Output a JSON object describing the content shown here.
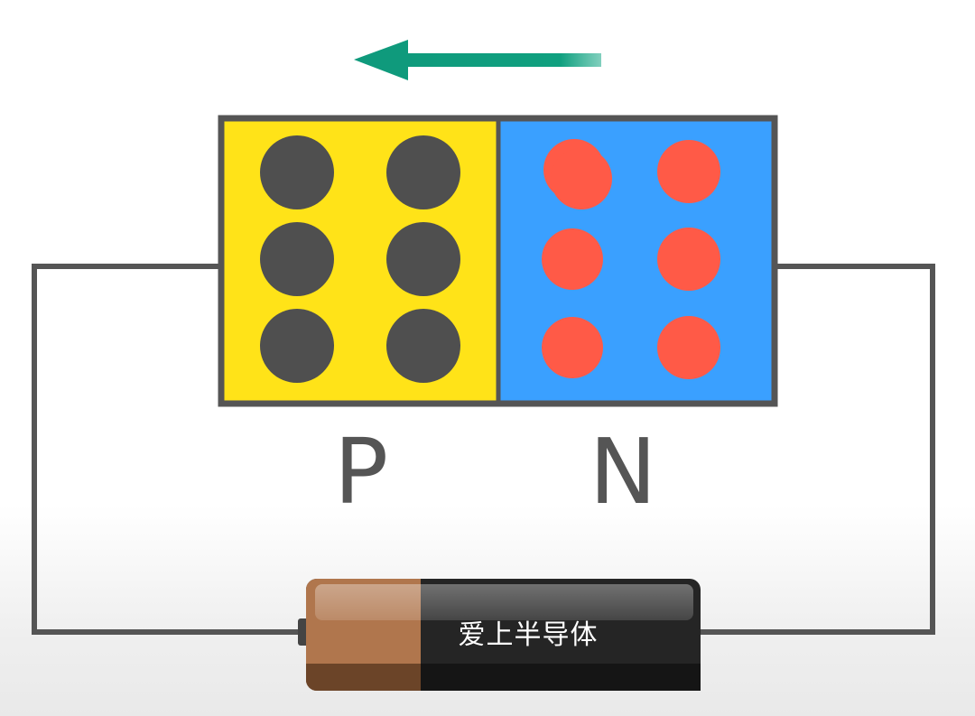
{
  "diagram": {
    "arrow_direction": "left",
    "labels": {
      "p_region": "P",
      "n_region": "N"
    },
    "battery": {
      "text": "爱上半导体"
    },
    "colors": {
      "arrow": "#0f9a7c",
      "p_region": "#ffe318",
      "n_region": "#3aa0ff",
      "holes": "#4f4f4f",
      "electrons": "#ff5a47",
      "wire": "#555555",
      "battery_copper": "#b0764d",
      "battery_body": "#252525"
    },
    "p_region_particles": 6,
    "n_region_particles": 6
  }
}
